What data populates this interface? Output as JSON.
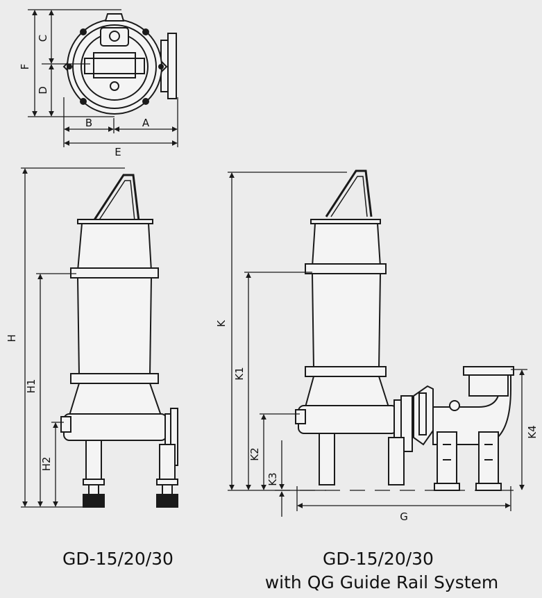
{
  "dimensions": {
    "A": "A",
    "B": "B",
    "C": "C",
    "D": "D",
    "E": "E",
    "F": "F",
    "H": "H",
    "H1": "H1",
    "H2": "H2",
    "K": "K",
    "K1": "K1",
    "K2": "K2",
    "K3": "K3",
    "K4": "K4",
    "G": "G"
  },
  "captions": {
    "left_model": "GD-15/20/30",
    "right_model": "GD-15/20/30",
    "right_subtitle": "with QG Guide Rail System"
  },
  "colors": {
    "line": "#1a1a1a",
    "background": "#ececec",
    "fill": "#f4f4f4"
  }
}
